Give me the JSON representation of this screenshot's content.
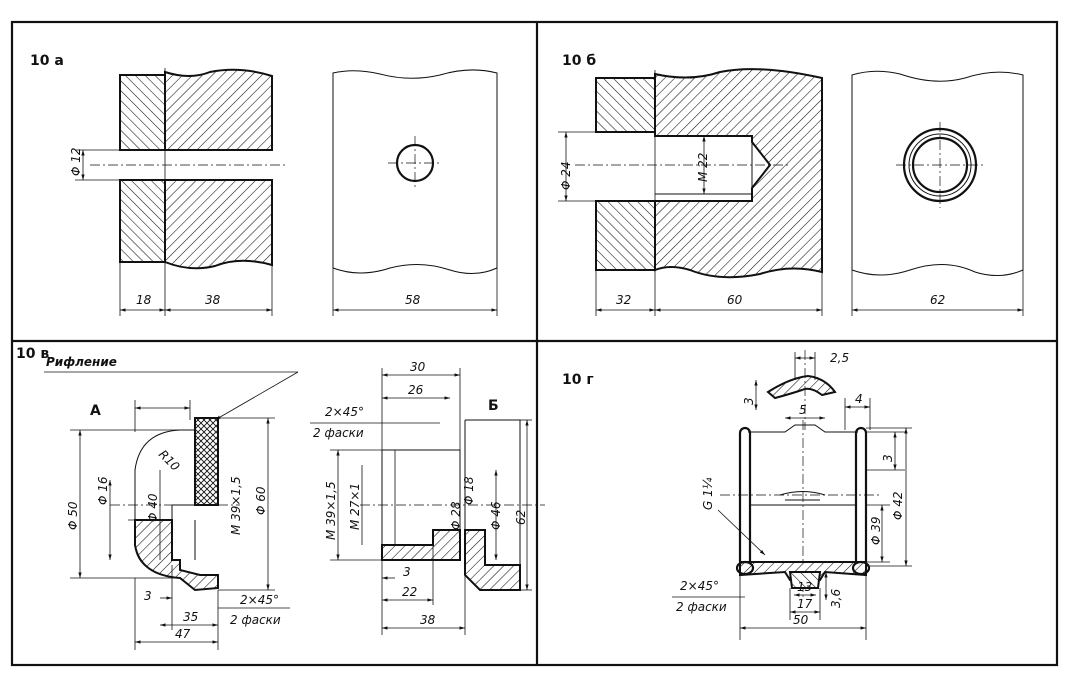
{
  "panels": {
    "a": {
      "title": "10 a",
      "vert_dia": "Φ 12",
      "dims": [
        "18",
        "38",
        "58"
      ]
    },
    "b": {
      "title": "10 б",
      "vert_dias": [
        "Φ 24",
        "M 22"
      ],
      "dims": [
        "32",
        "60",
        "62"
      ]
    },
    "v": {
      "title": "10 в",
      "callout": "Рифление",
      "view_a": "A",
      "view_b": "Б",
      "radius": "R10",
      "left_vert": [
        "Φ 50",
        "Φ 16",
        "Φ 40",
        "M 39×1,5",
        "Φ 60"
      ],
      "left_horiz": [
        "3",
        "35",
        "47"
      ],
      "left_chamfer": [
        "2×45°",
        "2 фаски"
      ],
      "right_top": [
        "30",
        "26"
      ],
      "right_chamfer": [
        "2×45°",
        "2 фаски"
      ],
      "right_vert": [
        "M 39×1,5",
        "M 27×1",
        "Φ 18",
        "Φ 28",
        "Φ 46",
        "62"
      ],
      "right_horiz": [
        "3",
        "22",
        "38"
      ]
    },
    "g": {
      "title": "10 г",
      "top_dims": [
        "2,5",
        "3",
        "5",
        "4"
      ],
      "thread": "G 1¼",
      "right_vert": [
        "3",
        "Φ 39",
        "Φ 42"
      ],
      "bottom": [
        "13",
        "17",
        "50",
        "3,6"
      ],
      "chamfer": [
        "2×45°",
        "2 фаски"
      ]
    }
  }
}
